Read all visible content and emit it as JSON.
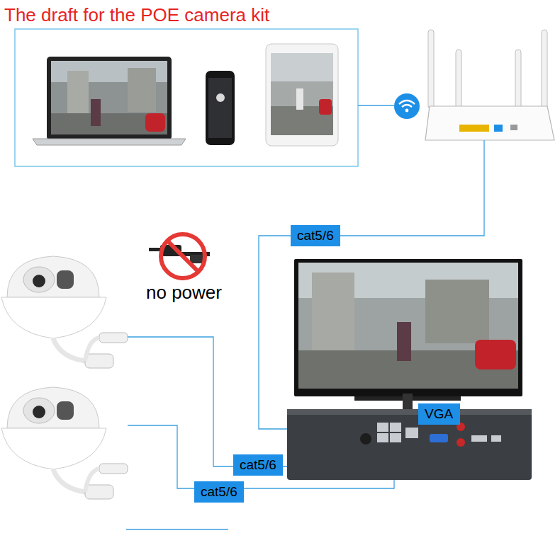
{
  "diagram": {
    "title": "The draft for the POE camera kit",
    "nodes": [
      {
        "text": [
          "cat5/6"
        ]
      },
      {
        "text": [
          "VGA"
        ]
      },
      {
        "text": [
          "cat5/6"
        ]
      },
      {
        "text": [
          "cat5/6"
        ]
      }
    ],
    "edges": [],
    "labels": [
      "no power"
    ]
  }
}
